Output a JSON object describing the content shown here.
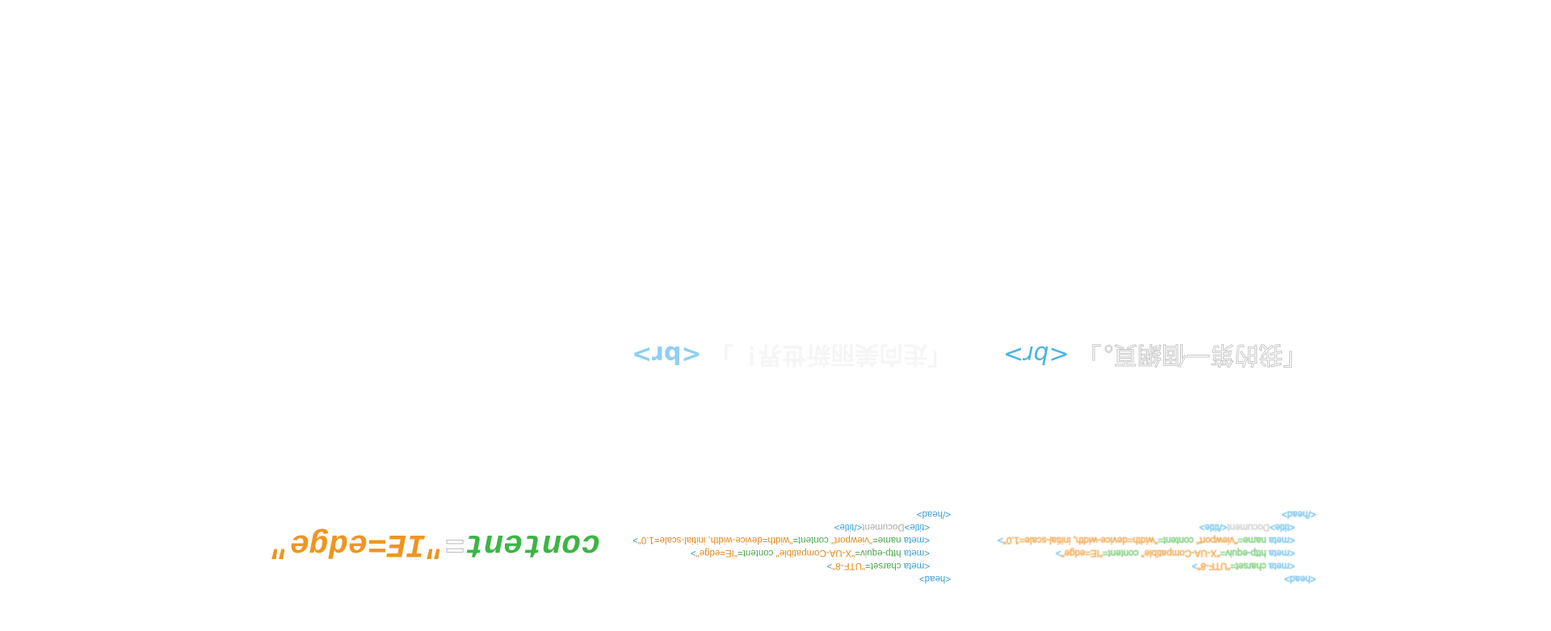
{
  "code_lines": {
    "head_open": "<head>",
    "meta_charset": {
      "tag_open": "<meta ",
      "attr": "charset=",
      "val": "\"UTF-8\"",
      "tag_close": ">"
    },
    "meta_compat": {
      "tag_open": "<meta ",
      "attr1": "http-equiv=",
      "val1": "\"X-UA-Compatible\" ",
      "attr2": "content=",
      "val2": "\"IE=edge\"",
      "tag_close": ">"
    },
    "meta_viewport": {
      "tag_open": "<meta ",
      "attr1": "name=",
      "val1": "\"viewport\" ",
      "attr2": "content=",
      "val2": "\"width=device-width, initial-scale=1.0\"",
      "tag_close": ">"
    },
    "title": {
      "open": "<title>",
      "text": "Document",
      "close": "</title>"
    },
    "head_close": "</head>"
  },
  "zoom_snippet": {
    "attr": "content",
    "eq": "=",
    "val": "\"IE=edge\""
  },
  "chinese_lines": [
    {
      "text": "「走向美丽新世界！」",
      "tag": "<br>"
    },
    {
      "text": "「我的第一個網頁。」",
      "tag": "<br>"
    }
  ],
  "colors": {
    "tag": "#3a9fd6",
    "attr": "#4aa84a",
    "value": "#e0891c"
  }
}
